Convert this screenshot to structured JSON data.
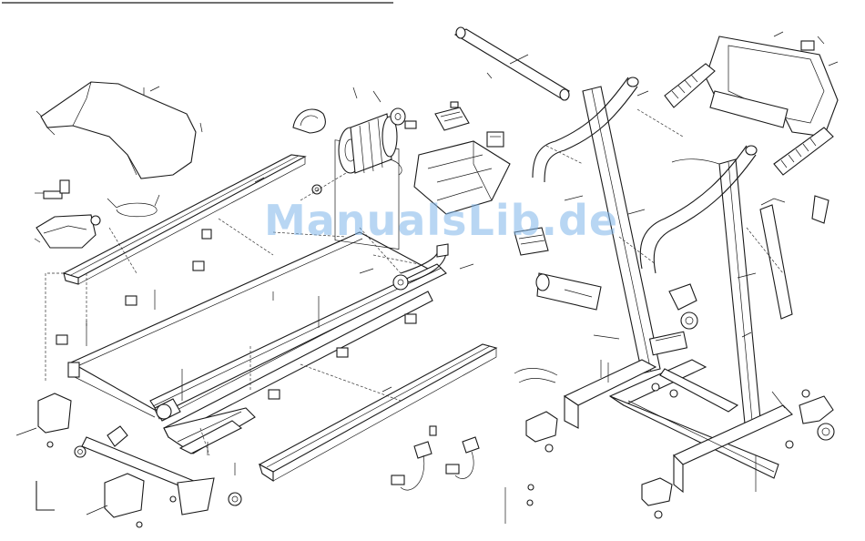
{
  "watermark": {
    "text": "ManualsLib.de",
    "color": "#7fb6ea"
  },
  "diagram": {
    "kind": "exploded parts drawing",
    "subject": "treadmill",
    "line_color": "#1a1a1a",
    "background": "#ffffff"
  }
}
